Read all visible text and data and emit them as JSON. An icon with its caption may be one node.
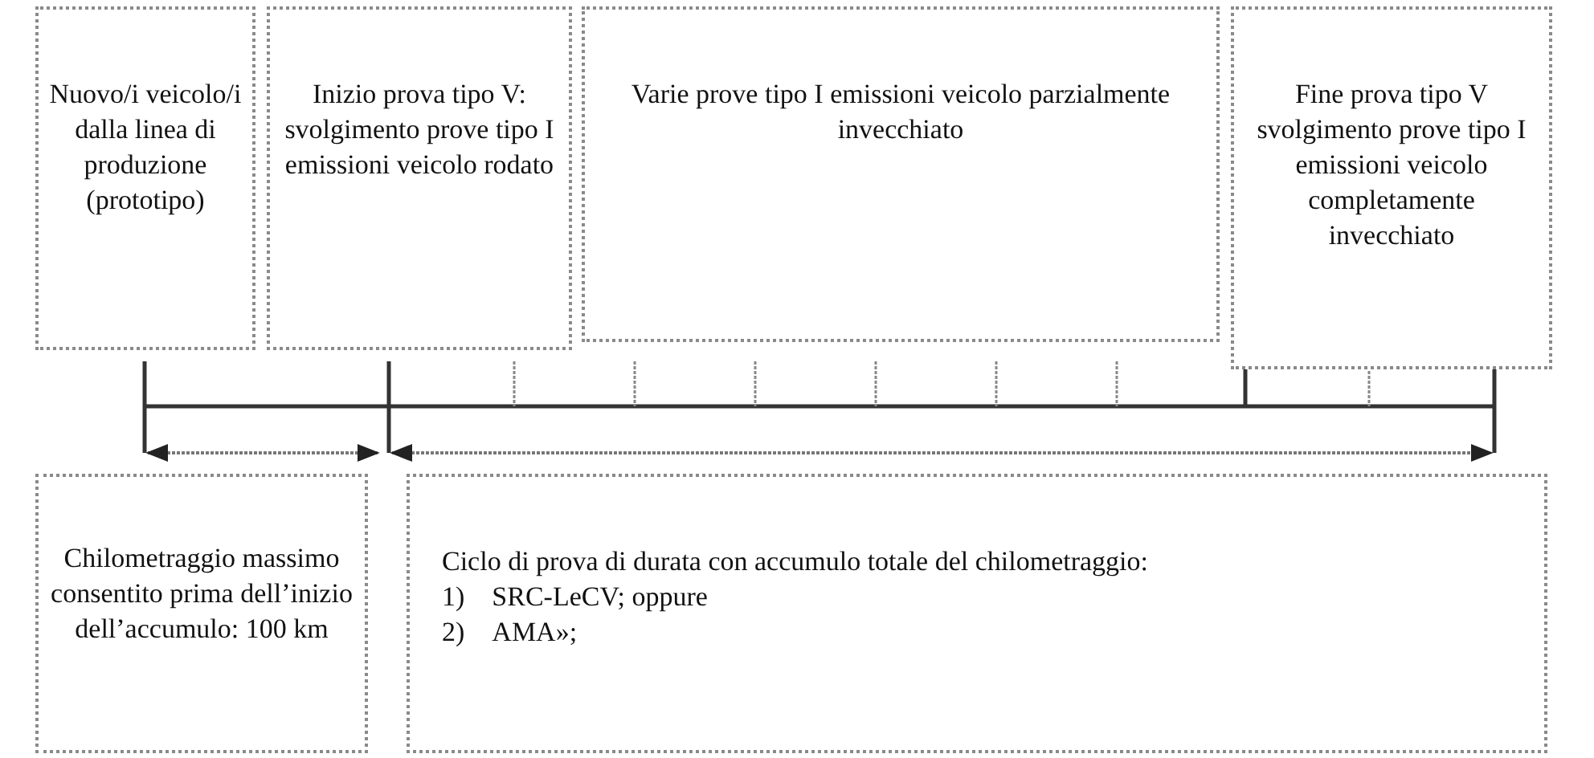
{
  "diagram": {
    "nodes": [
      {
        "text": [
          "Nuovo/i veicolo/i dalla linea di produzione (prototipo)"
        ]
      },
      {
        "text": [
          "Inizio prova tipo V: svolgimento prove tipo I emissioni veicolo rodato"
        ]
      },
      {
        "text": [
          "Varie prove tipo I emissioni veicolo parzialmente invecchiato"
        ]
      },
      {
        "text": [
          "Fine prova tipo V svolgimento prove tipo I emissioni veicolo completamente invecchiato"
        ]
      },
      {
        "text": [
          "Chilometraggio massimo consentito prima dell’inizio dell’accumulo: 100 km"
        ]
      },
      {
        "text": [
          "Ciclo di prova di durata con accumulo totale del chilometraggio:",
          "1) SRC-LeCV; oppure",
          "2) AMA»;"
        ]
      }
    ]
  }
}
